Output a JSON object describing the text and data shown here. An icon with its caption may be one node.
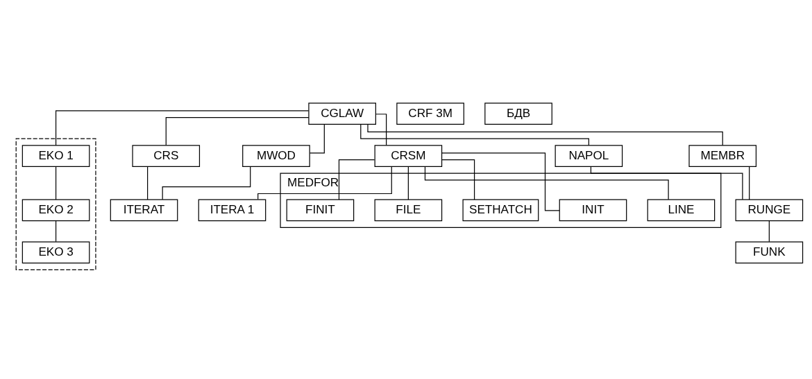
{
  "diagram": {
    "nodes": [
      {
        "text": [
          "CGLAW"
        ]
      },
      {
        "text": [
          "CRS"
        ]
      },
      {
        "text": [
          "CRSM"
        ]
      },
      {
        "text": [
          "NAPOL"
        ]
      },
      {
        "text": [
          "MEMBR"
        ]
      },
      {
        "text": [],
        "shape": "box"
      },
      {
        "text": [
          "EKO 1"
        ],
        "in": 5
      },
      {
        "text": [
          "EKO 2"
        ],
        "in": 5
      },
      {
        "text": [
          "EKO 3"
        ],
        "in": 5
      },
      {
        "text": [
          "MWOD"
        ]
      },
      {
        "text": [
          "ITERA 1"
        ]
      },
      {
        "text": [
          "RUNGE"
        ]
      },
      {
        "text": [
          "FUNK"
        ]
      },
      {
        "text": [
          "MEDFOR"
        ]
      },
      {
        "text": [
          "LINE"
        ],
        "in": 13
      },
      {
        "text": [
          "INIT"
        ],
        "in": 13
      },
      {
        "text": [
          "SETHATCH"
        ],
        "in": 13
      },
      {
        "text": [
          "FILE"
        ],
        "in": 13
      },
      {
        "text": [
          "FINIT"
        ],
        "in": 13
      },
      {
        "text": [
          "CRF 3M"
        ]
      },
      {
        "text": [
          "БДВ"
        ]
      },
      {
        "text": [
          "ITERAT"
        ]
      }
    ],
    "edges": [
      {
        "from": 0,
        "to": 1,
        "arrow": "none"
      },
      {
        "from": 0,
        "to": 2,
        "arrow": "none"
      },
      {
        "from": 0,
        "to": 3,
        "arrow": "none"
      },
      {
        "from": 0,
        "to": 4,
        "arrow": "none"
      },
      {
        "from": 0,
        "to": 6,
        "arrow": "none"
      },
      {
        "from": 0,
        "to": 9,
        "arrow": "none"
      },
      {
        "from": 2,
        "to": 10,
        "arrow": "none"
      },
      {
        "from": 3,
        "to": 11,
        "arrow": "none"
      },
      {
        "from": 4,
        "to": 11,
        "arrow": "none"
      },
      {
        "from": 11,
        "to": 12,
        "arrow": "none"
      },
      {
        "from": 6,
        "to": 7,
        "arrow": "none"
      },
      {
        "from": 7,
        "to": 8,
        "arrow": "none"
      },
      {
        "from": 2,
        "to": 14,
        "arrow": "none"
      },
      {
        "from": 2,
        "to": 15,
        "arrow": "none"
      },
      {
        "from": 2,
        "to": 16,
        "arrow": "none"
      },
      {
        "from": 2,
        "to": 17,
        "arrow": "none"
      },
      {
        "from": 2,
        "to": 18,
        "arrow": "none"
      },
      {
        "from": 1,
        "to": 21,
        "arrow": "none"
      },
      {
        "from": 9,
        "to": 21,
        "arrow": "none"
      }
    ]
  }
}
